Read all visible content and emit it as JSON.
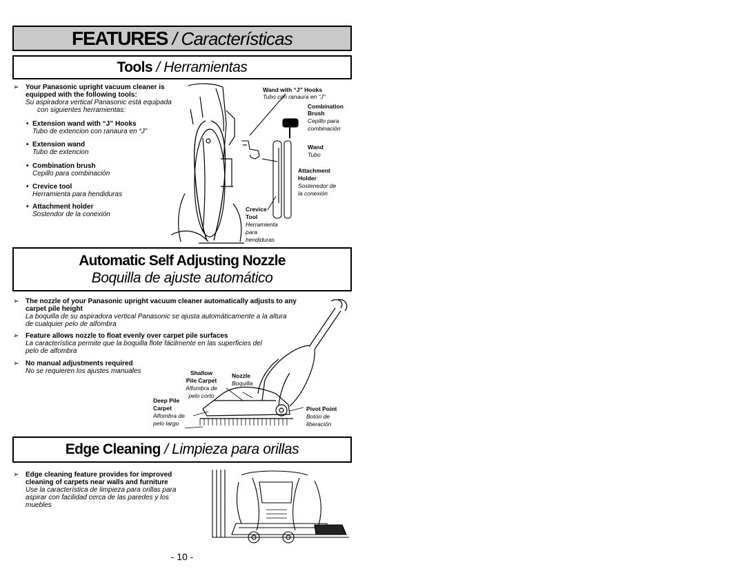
{
  "header": {
    "title_bold": "FEATURES",
    "separator": " / ",
    "title_italic": "Características"
  },
  "tools": {
    "heading_bold": "Tools",
    "separator": " / ",
    "heading_italic": "Herramientas",
    "intro_en_line1": "Your Panasonic upright vacuum cleaner is",
    "intro_en_line2": "equipped with the following tools:",
    "intro_es_line1": "Su aspiradora vertical Panasonic está equipada",
    "intro_es_line2": "con siguientes herramientas:",
    "bullets": [
      {
        "en": "Extension wand with “J” Hooks",
        "es": "Tubo de extencion con ranaura en “J”"
      },
      {
        "en": "Extension wand",
        "es": "Tubo de extencion"
      },
      {
        "en": "Combination brush",
        "es": "Cepillo para combinación"
      },
      {
        "en": "Crevice tool",
        "es": "Herramienta para hendiduras"
      },
      {
        "en": "Attachment holder",
        "es": "Sostendor de la conexión"
      }
    ],
    "labels": {
      "wand_hooks_en": "Wand with “J” Hooks",
      "wand_hooks_es": "Tubo con ranaura en “J”",
      "combo_en_1": "Combination",
      "combo_en_2": "Brush",
      "combo_es_1": "Cepillo para",
      "combo_es_2": "combinación",
      "wand_en": "Wand",
      "wand_es": "Tubo",
      "holder_en_1": "Attachment",
      "holder_en_2": "Holder",
      "holder_es_1": "Sostenedor de",
      "holder_es_2": "la conexión",
      "crevice_en_1": "Crevice",
      "crevice_en_2": "Tool",
      "crevice_es_1": "Herramienta",
      "crevice_es_2": "para",
      "crevice_es_3": "hendiduras"
    }
  },
  "nozzle": {
    "heading_en": "Automatic Self Adjusting Nozzle",
    "heading_es": "Boquilla de ajuste automático",
    "p1_en_line1": "The nozzle of your Panasonic upright vacuum cleaner automatically adjusts to any",
    "p1_en_line2": "carpet pile height",
    "p1_es_line1": "La boquilla de su aspiradora vertical Panasonic se ajusta automáticamente a la altura",
    "p1_es_line2": "de cualquier pelo de alfombra",
    "p2_en": "Feature allows nozzle to float evenly over carpet pile surfaces",
    "p2_es_line1": "La característica permite que la boquilla flote fácilmente en las superficies del",
    "p2_es_line2": "pelo de alfombra",
    "p3_en": "No manual adjustments required",
    "p3_es": "No se requieren los ajustes manuales",
    "labels": {
      "shallow_en_1": "Shallow",
      "shallow_en_2": "Pile Carpet",
      "shallow_es_1": "Alfombra de",
      "shallow_es_2": "pelo corto",
      "nozzle_en": "Nozzle",
      "nozzle_es": "Boquilla",
      "deep_en_1": "Deep Pile",
      "deep_en_2": "Carpet",
      "deep_es_1": "Alfombra de",
      "deep_es_2": "pelo largo",
      "pivot_en": "Pivot Point",
      "pivot_es_1": "Botón de",
      "pivot_es_2": "liberación"
    }
  },
  "edge": {
    "heading_bold": "Edge Cleaning",
    "separator": " / ",
    "heading_italic": "Limpieza para orillas",
    "en_line1": "Edge cleaning feature provides for improved",
    "en_line2": "cleaning of carpets near walls and furniture",
    "es_line1": "Use la característica de limpieza para orillas para",
    "es_line2": "aspirar con facilidad cerca de las paredes y los",
    "es_line3": "muebles"
  },
  "page_number": "- 10 -",
  "arrow_glyph": "➢",
  "bullet_glyph": "•"
}
